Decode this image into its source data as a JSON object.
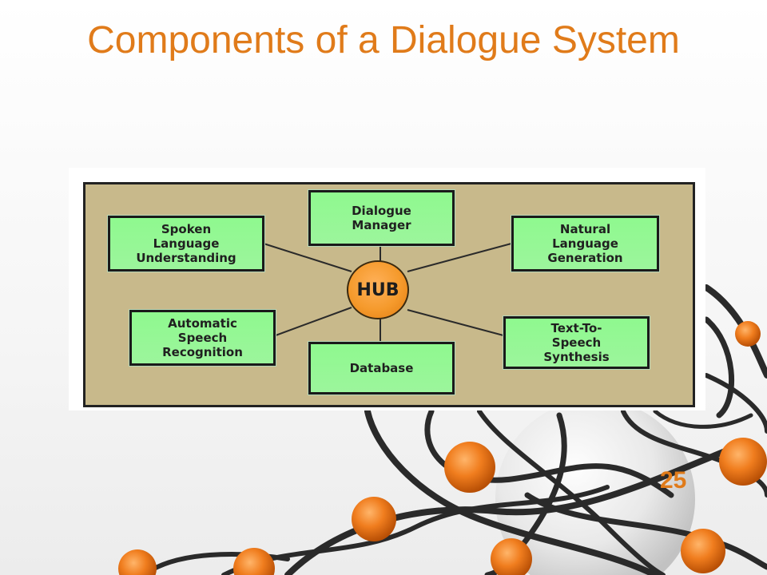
{
  "slide": {
    "title": "Components of a Dialogue System",
    "page_number": "25"
  },
  "diagram": {
    "hub": "HUB",
    "nodes": {
      "spoken_language_understanding": "Spoken\nLanguage\nUnderstanding",
      "dialogue_manager": "Dialogue\nManager",
      "natural_language_generation": "Natural\nLanguage\nGeneration",
      "automatic_speech_recognition": "Automatic\nSpeech\nRecognition",
      "database": "Database",
      "text_to_speech_synthesis": "Text-To-\nSpeech\nSynthesis"
    }
  },
  "colors": {
    "title": "#e07b1a",
    "panel_background": "#c8b98b",
    "node_fill": "#99f699",
    "hub_fill": "#f59a2c"
  }
}
